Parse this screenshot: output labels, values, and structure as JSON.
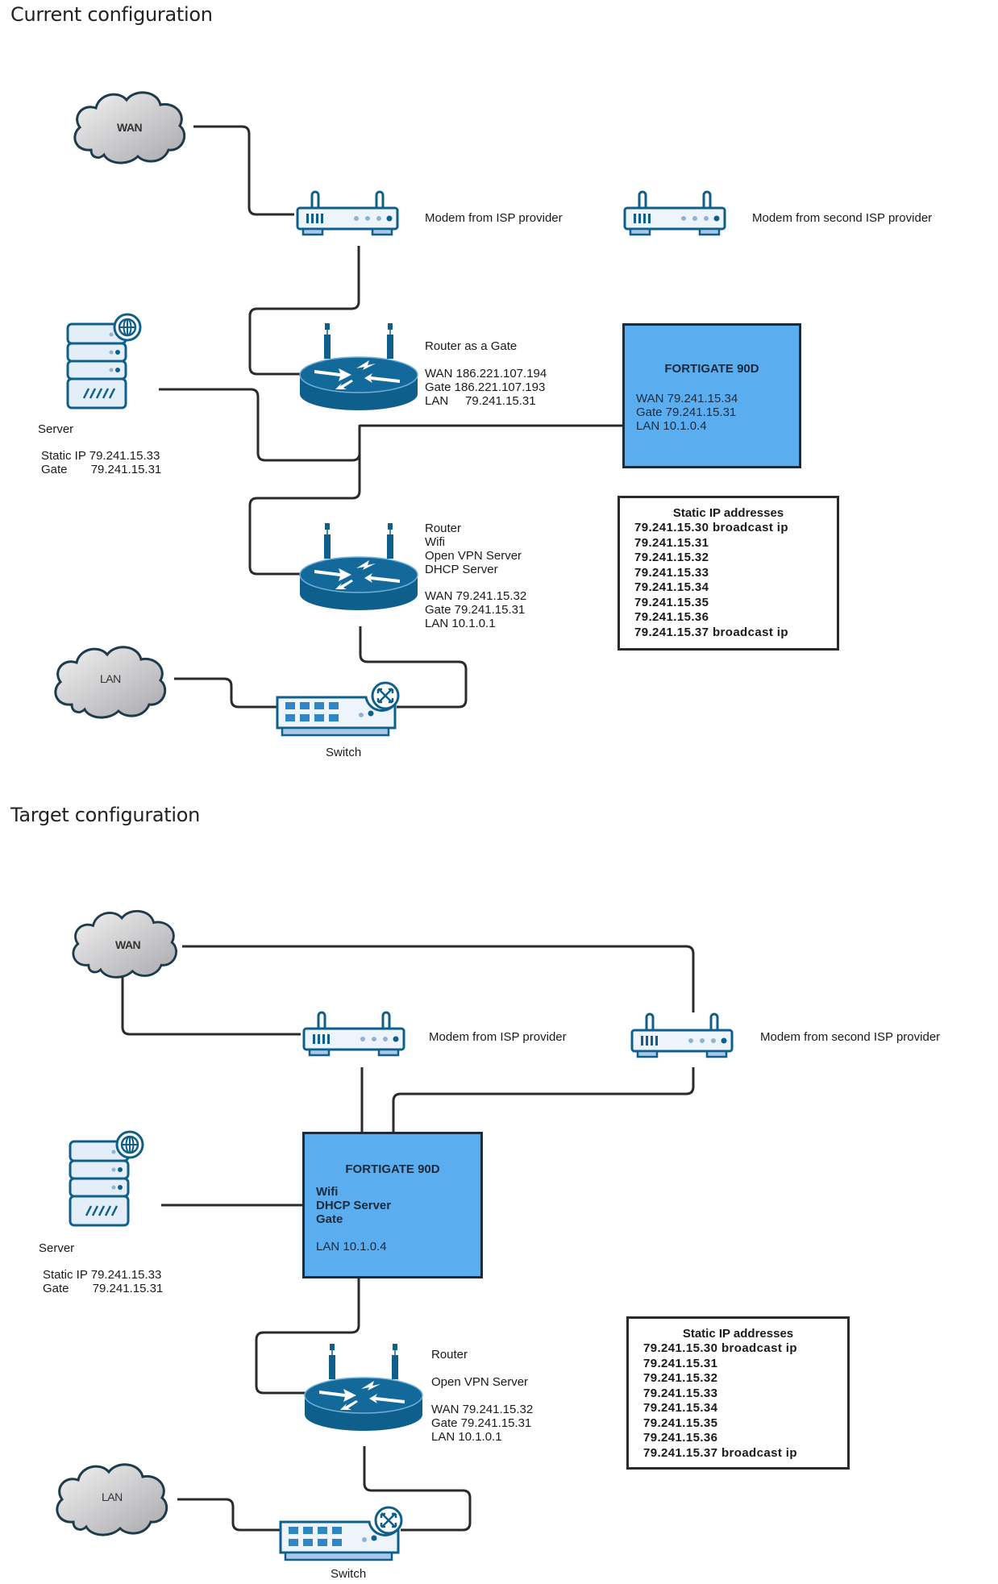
{
  "current": {
    "title": "Current configuration",
    "wan_cloud": "WAN",
    "lan_cloud": "LAN",
    "modem1_label": "Modem from ISP provider",
    "modem2_label": "Modem from second ISP provider",
    "gate_router": {
      "title": "Router as a Gate",
      "lines": [
        "WAN 186.221.107.194",
        "Gate 186.221.107.193",
        "LAN     79.241.15.31"
      ]
    },
    "fortigate": {
      "title": "FORTIGATE 90D",
      "lines": [
        "WAN 79.241.15.34",
        "Gate 79.241.15.31",
        "LAN 10.1.0.4"
      ]
    },
    "server": {
      "label": "Server",
      "lines": [
        "Static IP 79.241.15.33",
        "Gate       79.241.15.31"
      ]
    },
    "lan_router": {
      "roles": [
        "Router",
        "Wifi",
        "Open VPN Server",
        "DHCP Server"
      ],
      "lines": [
        "WAN 79.241.15.32",
        "Gate 79.241.15.31",
        "LAN 10.1.0.1"
      ]
    },
    "switch_label": "Switch",
    "ip_box": {
      "header": "Static  IP addresses",
      "rows": [
        "79.241.15.30 broadcast ip",
        "79.241.15.31",
        "79.241.15.32",
        "79.241.15.33",
        "79.241.15.34",
        "79.241.15.35",
        "79.241.15.36",
        "79.241.15.37 broadcast ip"
      ]
    }
  },
  "target": {
    "title": "Target configuration",
    "wan_cloud": "WAN",
    "lan_cloud": "LAN",
    "modem1_label": "Modem from ISP provider",
    "modem2_label": "Modem from second ISP provider",
    "fortigate": {
      "title": "FORTIGATE 90D",
      "roles": [
        "Wifi",
        "DHCP Server",
        "Gate"
      ],
      "lan": "LAN 10.1.0.4"
    },
    "server": {
      "label": "Server",
      "lines": [
        "Static IP 79.241.15.33",
        "Gate       79.241.15.31"
      ]
    },
    "lan_router": {
      "role1": "Router",
      "role2": "Open VPN Server",
      "lines": [
        "WAN 79.241.15.32",
        "Gate 79.241.15.31",
        "LAN 10.1.0.1"
      ]
    },
    "switch_label": "Switch",
    "ip_box": {
      "header": "Static  IP addresses",
      "rows": [
        "79.241.15.30 broadcast ip",
        "79.241.15.31",
        "79.241.15.32",
        "79.241.15.33",
        "79.241.15.34",
        "79.241.15.35",
        "79.241.15.36",
        "79.241.15.37 broadcast ip"
      ]
    }
  },
  "colors": {
    "device_blue": "#0f5f8c",
    "device_fill": "#e4eef8",
    "fortigate_fill": "#5aaef0",
    "wire": "#2b2b2b"
  }
}
